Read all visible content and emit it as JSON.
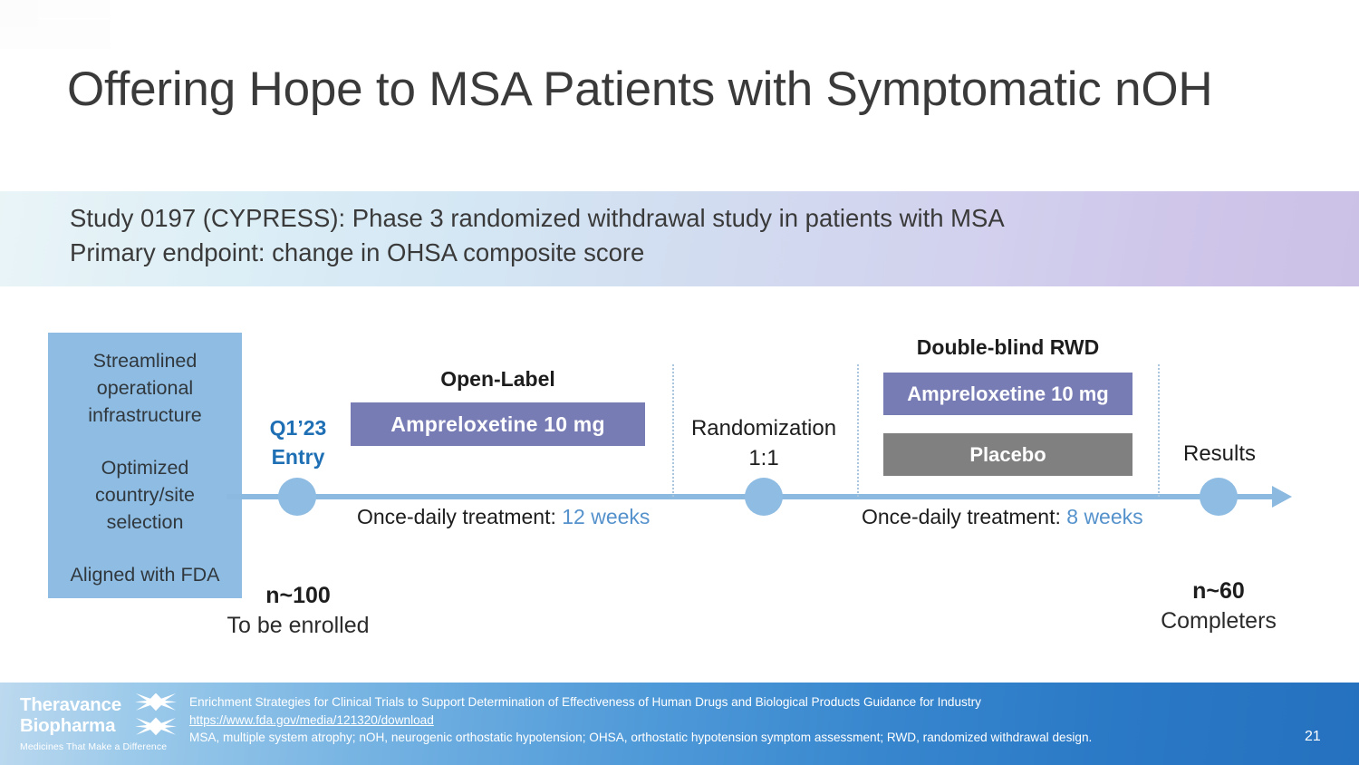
{
  "slide": {
    "title": "Offering Hope to MSA Patients with Symptomatic nOH",
    "page_number": "21"
  },
  "subtitle": {
    "line1": "Study 0197 (CYPRESS): Phase 3 randomized withdrawal study in patients with MSA",
    "line2": "Primary endpoint: change in OHSA composite score"
  },
  "left_box": {
    "item1": "Streamlined",
    "item2": "operational",
    "item3": "infrastructure",
    "item4": "Optimized",
    "item5": "country/site",
    "item6": "selection",
    "item7": "Aligned with FDA"
  },
  "timeline": {
    "entry_line1": "Q1’23",
    "entry_line2": "Entry",
    "open_label_title": "Open-Label",
    "open_label_bar": "Ampreloxetine 10 mg",
    "treatment1_prefix": "Once-daily treatment: ",
    "treatment1_weeks": "12 weeks",
    "randomization_line1": "Randomization",
    "randomization_line2": "1:1",
    "rwd_title": "Double-blind RWD",
    "rwd_bar_active": "Ampreloxetine 10 mg",
    "rwd_bar_placebo": "Placebo",
    "treatment2_prefix": "Once-daily treatment: ",
    "treatment2_weeks": "8 weeks",
    "results_label": "Results",
    "n_left_value": "n~100",
    "n_left_caption": "To be enrolled",
    "n_right_value": "n~60",
    "n_right_caption": "Completers"
  },
  "footer": {
    "logo_line1": "Theravance",
    "logo_line2": "Biopharma",
    "logo_tagline": "Medicines That Make a Difference",
    "footnote1": "Enrichment Strategies for Clinical Trials to Support Determination of Effectiveness of Human Drugs and Biological Products Guidance for Industry",
    "footnote_url": "https://www.fda.gov/media/121320/download",
    "footnote2": "MSA, multiple system atrophy; nOH, neurogenic orthostatic hypotension; OHSA, orthostatic hypotension symptom assessment; RWD, randomized withdrawal design."
  },
  "colors": {
    "accent_blue": "#8fbce2",
    "drug_purple": "#787cb4",
    "placebo_gray": "#808080",
    "entry_text_blue": "#1f6fb5",
    "weeks_blue": "#5592cc"
  }
}
